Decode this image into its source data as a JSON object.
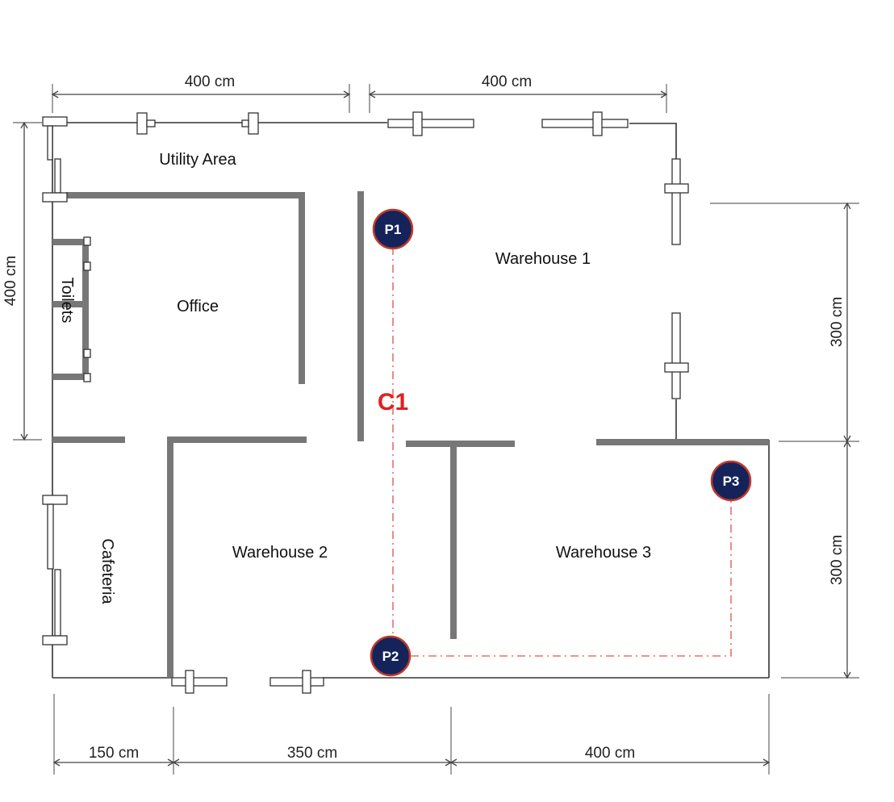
{
  "dimensions": {
    "top_left": "400 cm",
    "top_right": "400 cm",
    "left": "400 cm",
    "right_upper": "300 cm",
    "right_lower": "300 cm",
    "bottom_left": "150 cm",
    "bottom_middle": "350 cm",
    "bottom_right": "400 cm"
  },
  "rooms": {
    "utility_area": "Utility Area",
    "office": "Office",
    "toilets": "Toilets",
    "warehouse_1": "Warehouse 1",
    "warehouse_2": "Warehouse 2",
    "warehouse_3": "Warehouse 3",
    "cafeteria": "Cafeteria"
  },
  "markers": {
    "p1": "P1",
    "p2": "P2",
    "p3": "P3"
  },
  "corridor_label": "C1",
  "colors": {
    "marker_fill": "#14245a",
    "marker_ring": "#c0392b",
    "route": "#e8706a",
    "corridor_label": "#e02020",
    "wall": "#777777"
  }
}
